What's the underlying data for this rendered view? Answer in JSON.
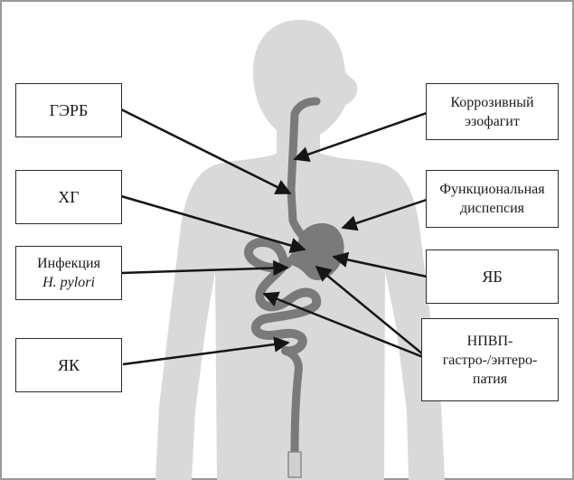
{
  "labels": {
    "gerd": "ГЭРБ",
    "xg": "ХГ",
    "infection_line1": "Инфекция",
    "infection_line2": "H. pylori",
    "yak": "ЯК",
    "corrosive_line1": "Коррозивный",
    "corrosive_line2": "эзофагит",
    "functional_line1": "Функциональная",
    "functional_line2": "диспепсия",
    "yab": "ЯБ",
    "nsaid_line1": "НПВП-",
    "nsaid_line2": "гастро-/энтеро-",
    "nsaid_line3": "патия"
  },
  "colors": {
    "body_silhouette": "#d9d9d9",
    "gi_tract": "#7a7a7a",
    "arrow": "#151515",
    "frame": "#9a9a9a",
    "box_border": "#2b2b2b"
  }
}
